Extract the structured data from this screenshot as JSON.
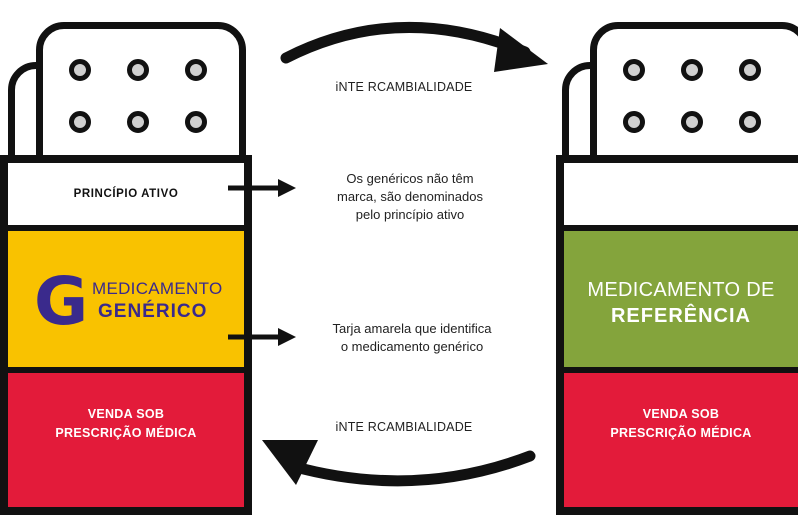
{
  "left_box": {
    "active_ingredient_label": "PRINCÍPIO ATIVO",
    "logo_letter": "G",
    "name_line1": "MEDICAMENTO",
    "name_line2": "GENÉRICO",
    "prescription_label": "VENDA SOB\nPRESCRIÇÃO MÉDICA"
  },
  "right_box": {
    "name_line1": "MEDICAMENTO DE",
    "name_line2": "REFERÊNCIA",
    "prescription_label": "VENDA SOB\nPRESCRIÇÃO MÉDICA"
  },
  "flow": {
    "top_label": "iNTE RCAMBIALIDADE",
    "bottom_label": "iNTE RCAMBIALIDADE"
  },
  "notes": {
    "active_ingredient_note": "Os genéricos não têm\nmarca, são denominados\npelo princípio ativo",
    "yellow_stripe_note": "Tarja amarela que identifica\no medicamento genérico"
  },
  "colors": {
    "outline": "#111111",
    "generic_yellow": "#f9c200",
    "generic_logo_purple": "#3a2a8c",
    "reference_green": "#84a43c",
    "prescription_red": "#e31b3a"
  }
}
